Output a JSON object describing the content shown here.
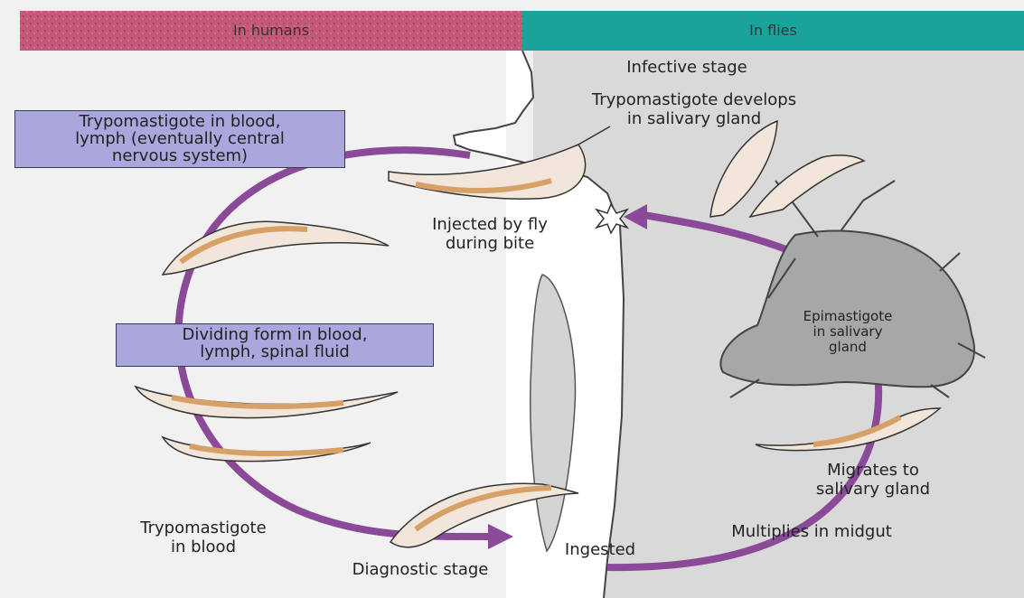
{
  "header": {
    "humans_label": "In humans",
    "flies_label": "In flies",
    "humans_color": "#c25a78",
    "flies_color": "#1aa39c"
  },
  "colors": {
    "cycle_arrow": "#8a4a98",
    "label_box": "#aaa7dd",
    "parasite_fill": "#f2e6da",
    "parasite_membrane": "#d6a066",
    "fly_body": "#a7a7a7",
    "human_silhouette": "#ffffff"
  },
  "boxes": {
    "trypomastigote_blood_lymph": [
      "Trypomastigote in blood,",
      "lymph (eventually central",
      "nervous system)"
    ],
    "dividing_form": [
      "Dividing form in blood,",
      "lymph, spinal fluid"
    ]
  },
  "labels": {
    "infective_stage": "Infective stage",
    "develops_salivary": [
      "Trypomastigote develops",
      "in salivary gland"
    ],
    "injected_by_fly": [
      "Injected by fly",
      "during bite"
    ],
    "epimastigote": [
      "Epimastigote",
      "in salivary",
      "gland"
    ],
    "migrates": [
      "Migrates to",
      "salivary gland"
    ],
    "multiplies": "Multiplies in midgut",
    "ingested": "Ingested",
    "trypomastigote_blood": [
      "Trypomastigote",
      "in blood"
    ],
    "diagnostic_stage": "Diagnostic stage"
  },
  "icons": [
    "bite-star-icon",
    "tsetse-fly-icon",
    "cycle-arrow-icon"
  ]
}
